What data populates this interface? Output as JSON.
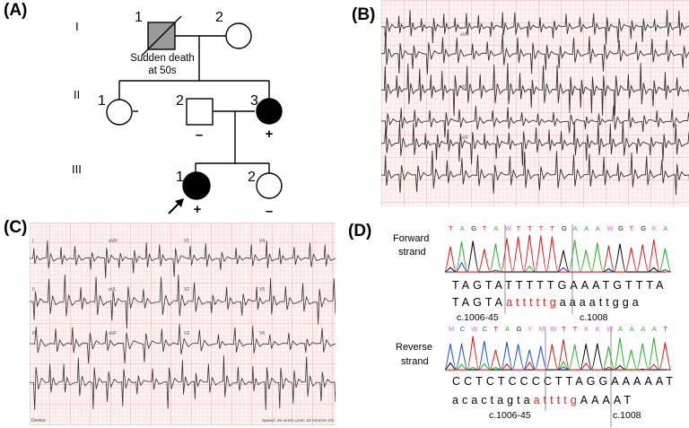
{
  "panels": {
    "a": "(A)",
    "b": "(B)",
    "c": "(C)",
    "d": "(D)"
  },
  "pedigree": {
    "generations": [
      "I",
      "II",
      "III"
    ],
    "members": {
      "g1_1": "1",
      "g1_2": "2",
      "g2_1": "1",
      "g2_2": "2",
      "g2_3": "3",
      "g3_1": "1",
      "g3_2": "2"
    },
    "annotation_line1": "Sudden death",
    "annotation_line2": "at 50s",
    "genotypes": {
      "g2_2": "–",
      "g2_3": "+",
      "g3_1": "+",
      "g3_2": "–"
    }
  },
  "ecg_b": {
    "lead_labels": [
      "I",
      "aVR",
      "II",
      "aVL",
      "III",
      "aVF"
    ]
  },
  "ecg_c": {
    "lead_labels": [
      "I",
      "aVR",
      "V1",
      "V4",
      "II",
      "aVL",
      "V2",
      "V5",
      "III",
      "aVF",
      "V3",
      "V6"
    ],
    "footer_left": "Device:",
    "footer_right": "Speed: 25 mm/s  Limb: 10 mm/mV  Ch"
  },
  "sequencing": {
    "forward_label_1": "Forward",
    "forward_label_2": "strand",
    "reverse_label_1": "Reverse",
    "reverse_label_2": "strand",
    "forward_called": "TAGTAWTTTTGAAAWGTGKA",
    "forward_read": "TAGTATTTTTGAAATGTTTA",
    "forward_allele_black": "TAGTA",
    "forward_allele_red": "atttttg",
    "forward_allele_rest": "aaaattgga",
    "forward_pos_1": "c.1006-45",
    "forward_pos_2": "c.1008",
    "reverse_called": "MCWCTAGYMWTTKKWAAAAT",
    "reverse_read": "CCTCTCCCCTTAGGAAAAAT",
    "reverse_allele_black": "acactagta",
    "reverse_allele_red": "attttg",
    "reverse_allele_rest": "AAAAT",
    "reverse_pos_1": "c.1006-45",
    "reverse_pos_2": "c.1008",
    "trace_colors": {
      "A": "#2bb52b",
      "C": "#2255dd",
      "G": "#111111",
      "T": "#e02020",
      "mixed": "#dd66cc"
    }
  }
}
